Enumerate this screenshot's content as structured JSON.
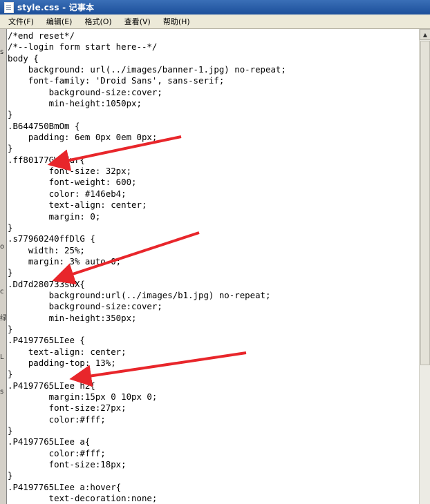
{
  "window": {
    "title": "style.css - 记事本"
  },
  "menu": {
    "items": [
      "文件(F)",
      "编辑(E)",
      "格式(O)",
      "查看(V)",
      "帮助(H)"
    ]
  },
  "left_strip": {
    "fragments": [
      "s",
      "o",
      "c",
      "绿",
      "L",
      "s"
    ]
  },
  "editor": {
    "lines": [
      "/*end reset*/",
      "/*--login form start here--*/",
      "body {",
      "    background: url(../images/banner-1.jpg) no-repeat;",
      "    font-family: 'Droid Sans', sans-serif;",
      "        background-size:cover;",
      "        min-height:1050px;",
      "}",
      ".B644750BmOm {",
      "    padding: 6em 0px 0em 0px;",
      "}",
      ".ff80177GWBdur{",
      "        font-size: 32px;",
      "        font-weight: 600;",
      "        color: #146eb4;",
      "        text-align: center;",
      "        margin: 0;",
      "}",
      ".s77960240ffDlG {",
      "    width: 25%;",
      "    margin: 3% auto 0;",
      "}",
      ".Dd7d280733sGX{",
      "        background:url(../images/b1.jpg) no-repeat;",
      "        background-size:cover;",
      "        min-height:350px;",
      "}",
      ".P4197765LIee {",
      "    text-align: center;",
      "    padding-top: 13%;",
      "}",
      ".P4197765LIee h2{",
      "        margin:15px 0 10px 0;",
      "        font-size:27px;",
      "        color:#fff;",
      "}",
      ".P4197765LIee a{",
      "        color:#fff;",
      "        font-size:18px;",
      "}",
      ".P4197765LIee a:hover{",
      "        text-decoration:none;"
    ]
  },
  "annotations": {
    "arrow_color": "#e8262b",
    "arrows": [
      "arrow-to-ff80177",
      "arrow-to-Dd7d280733",
      "arrow-to-P4197765-h2"
    ]
  }
}
